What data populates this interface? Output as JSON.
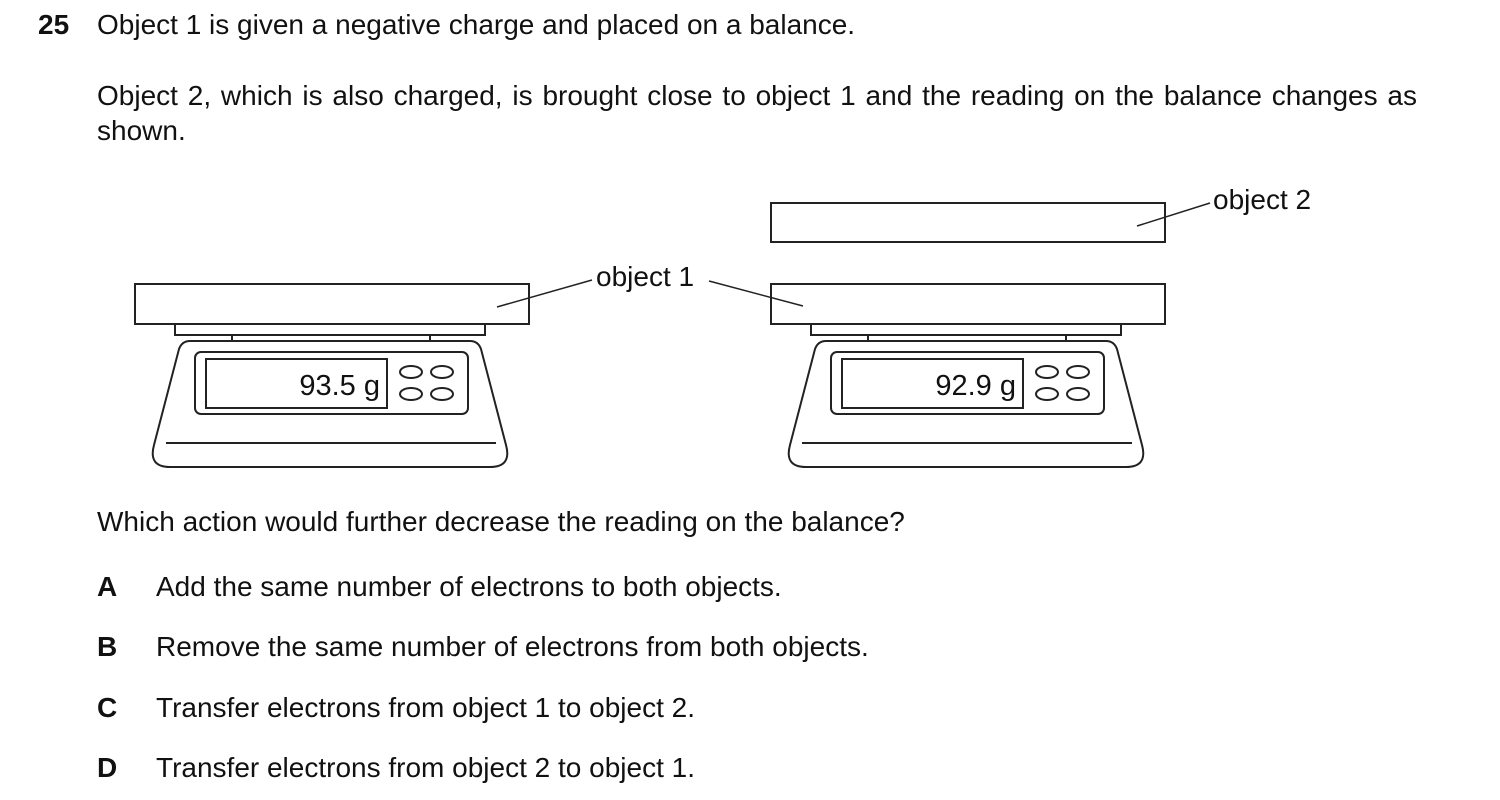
{
  "question": {
    "number": "25",
    "intro": "Object 1 is given a negative charge and placed on a balance.",
    "description": "Object 2, which is also charged, is brought close to object 1 and the reading on the balance changes as shown.",
    "prompt": "Which action would further decrease the reading on the balance?"
  },
  "diagram": {
    "label_object1": "object 1",
    "label_object2": "object 2",
    "left_reading": "93.5 g",
    "right_reading": "92.9 g"
  },
  "options": [
    {
      "letter": "A",
      "text": "Add the same number of electrons to both objects."
    },
    {
      "letter": "B",
      "text": "Remove the same number of electrons from both objects."
    },
    {
      "letter": "C",
      "text": "Transfer electrons from object 1 to object 2."
    },
    {
      "letter": "D",
      "text": "Transfer electrons from object 2 to object 1."
    }
  ]
}
